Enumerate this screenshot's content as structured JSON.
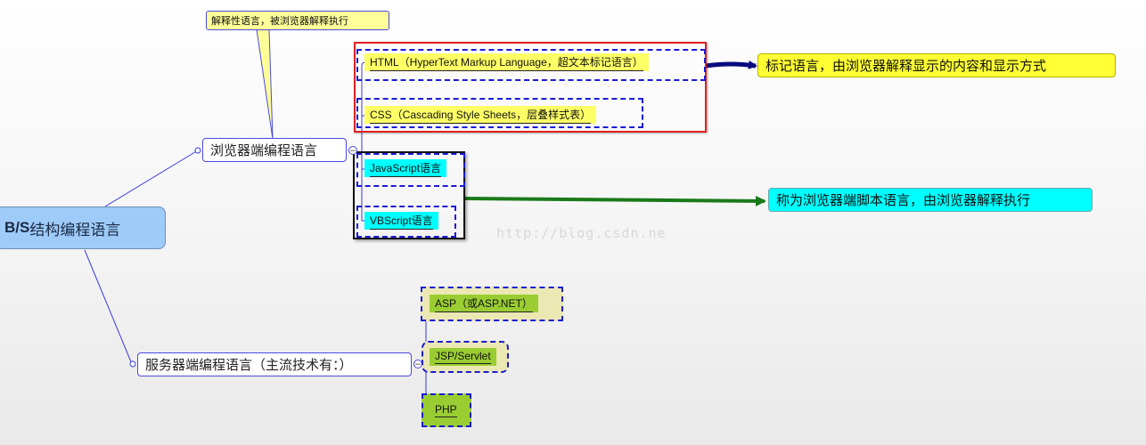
{
  "root": {
    "bold_part": "B/S",
    "rest": "结构编程语言"
  },
  "browser_topic": "浏览器端编程语言",
  "server_topic": "服务器端编程语言（主流技术有：）",
  "callout_text": "解释性语言，被浏览器解释执行",
  "browser_items": [
    "HTML（HyperText Markup Language，超文本标记语言）",
    "CSS（Cascading Style Sheets，层叠样式表）",
    "JavaScript语言",
    "VBScript语言"
  ],
  "server_items": [
    "ASP（或ASP.NET）",
    "JSP/Servlet",
    "PHP"
  ],
  "notes": {
    "markup": "标记语言，由浏览器解释显示的内容和显示方式",
    "script": "称为浏览器端脚本语言，由浏览器解释执行"
  },
  "watermark": "http://blog.csdn.ne",
  "colors": {
    "root_fill": "#9fcbf9",
    "yellow_leaf": "#ffff66",
    "cyan_leaf": "#00ffff",
    "olive_box": "#ece8b4",
    "green_leaf": "#9acd32",
    "red_frame": "#e02020",
    "black_frame": "#111111",
    "navy_arrow": "#0a0a80",
    "green_arrow": "#1a7a1a"
  }
}
